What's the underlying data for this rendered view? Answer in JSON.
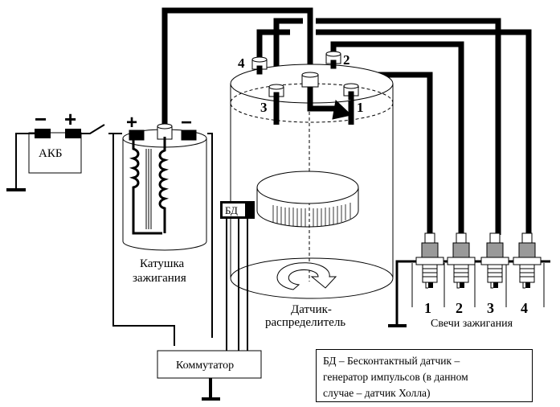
{
  "diagram": {
    "title": "Бесконтактная система зажигания",
    "battery": {
      "label": "АКБ",
      "minus": "−",
      "plus": "+"
    },
    "coil": {
      "label_line1": "Катушка",
      "label_line2": "зажигания",
      "plus": "+",
      "minus": "−"
    },
    "sensor_short": "БД",
    "distributor": {
      "label_line1": "Датчик-",
      "label_line2": "распределитель",
      "terminals": [
        "1",
        "2",
        "3",
        "4"
      ]
    },
    "commutator": {
      "label": "Коммутатор"
    },
    "spark_plugs": {
      "label": "Свечи зажигания",
      "numbers": [
        "1",
        "2",
        "3",
        "4"
      ]
    },
    "legend": {
      "line1": "БД – Бесконтактный датчик –",
      "line2": "генератор импульсов (в данном",
      "line3": "случае – датчик Холла)"
    }
  }
}
